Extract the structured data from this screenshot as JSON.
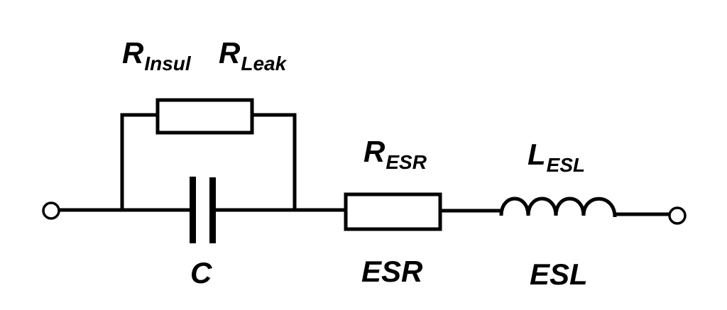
{
  "labels": {
    "r_insul": {
      "main": "R",
      "sub": "Insul"
    },
    "r_leak": {
      "main": "R",
      "sub": "Leak"
    },
    "r_esr": {
      "main": "R",
      "sub": "ESR"
    },
    "l_esl": {
      "main": "L",
      "sub": "ESL"
    },
    "capacitor": "C",
    "esr": "ESR",
    "esl": "ESL"
  },
  "colors": {
    "line": "#000000",
    "background": "#ffffff"
  }
}
